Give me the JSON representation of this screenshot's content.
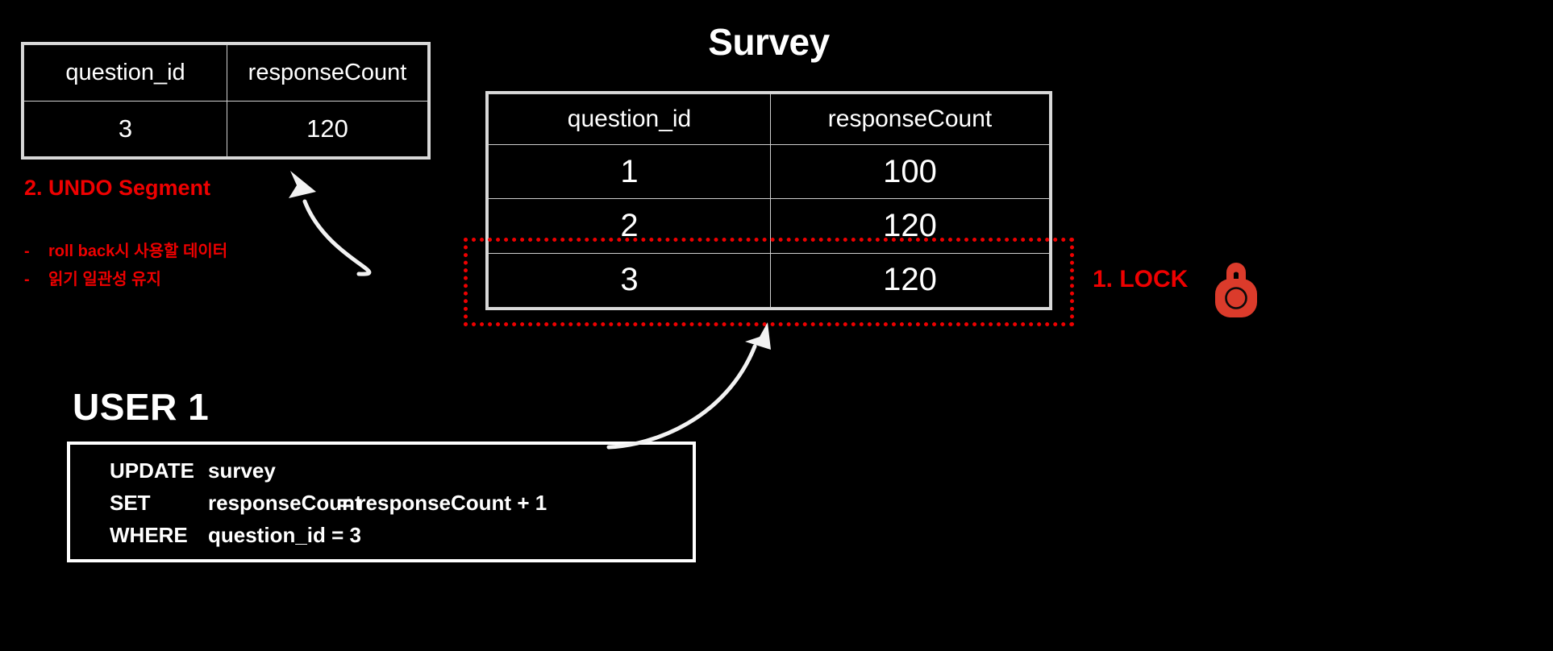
{
  "diagram": {
    "title": "Survey",
    "background_color": "#000000",
    "accent_red": "#ee0000",
    "lock_red": "#db3b2b",
    "table_border_color": "#d9d9d9"
  },
  "survey_table": {
    "name": "Survey",
    "headers": [
      "question_id",
      "responseCount"
    ],
    "rows": [
      [
        "1",
        "100"
      ],
      [
        "2",
        "120"
      ],
      [
        "3",
        "120"
      ]
    ]
  },
  "undo_table": {
    "headers": [
      "question_id",
      "responseCount"
    ],
    "rows": [
      [
        "3",
        "120"
      ]
    ]
  },
  "annotations": {
    "lock_label": "1. LOCK",
    "lock_icon": "padlock-icon",
    "undo_heading": "2. UNDO Segment",
    "undo_bullets": [
      {
        "dash": "-",
        "text": "roll back시 사용할 데이터"
      },
      {
        "dash": "-",
        "text": "읽기 일관성 유지"
      }
    ]
  },
  "user": {
    "label": "USER 1",
    "sql": {
      "line1_keyword": "UPDATE",
      "line1_rest": "survey",
      "line2_keyword": "SET",
      "line2_col": "responseCount",
      "line2_rest": "= responseCount + 1",
      "line3_keyword": "WHERE",
      "line3_rest": "question_id = 3"
    }
  }
}
